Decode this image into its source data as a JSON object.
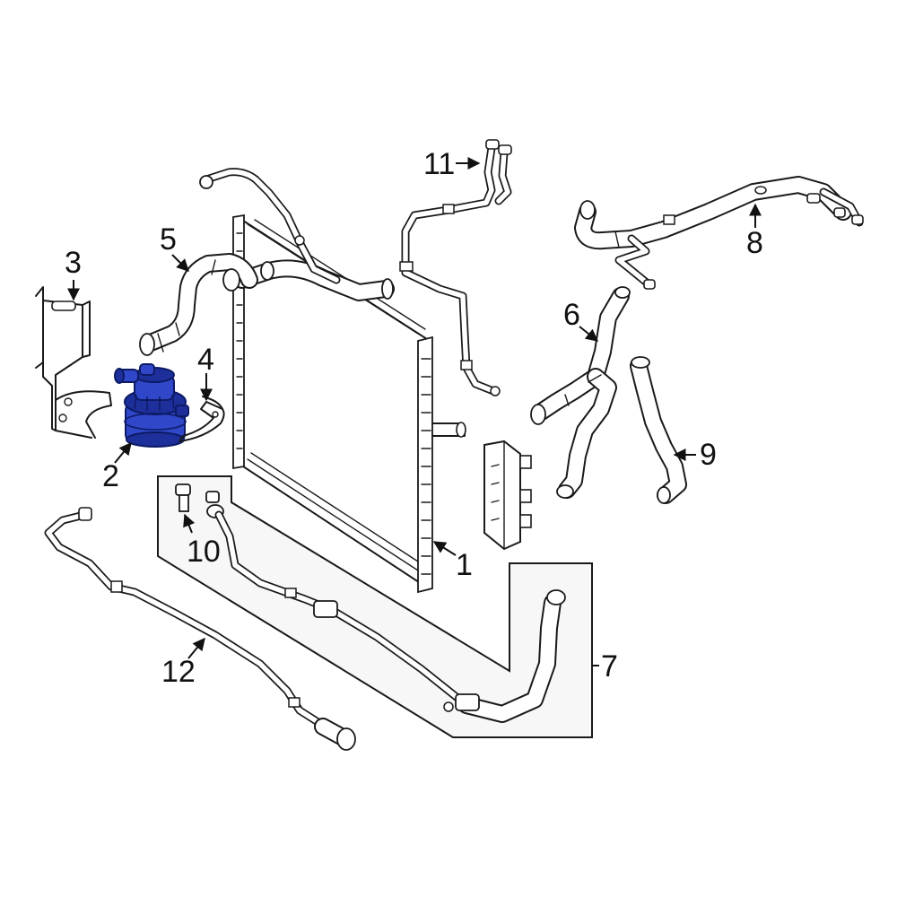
{
  "diagram": {
    "highlight_color": "#2f47c8",
    "line_color": "#1a1a1a",
    "callouts": [
      {
        "id": "1",
        "label": "1"
      },
      {
        "id": "2",
        "label": "2"
      },
      {
        "id": "3",
        "label": "3"
      },
      {
        "id": "4",
        "label": "4"
      },
      {
        "id": "5",
        "label": "5"
      },
      {
        "id": "6",
        "label": "6"
      },
      {
        "id": "7",
        "label": "7"
      },
      {
        "id": "8",
        "label": "8"
      },
      {
        "id": "9",
        "label": "9"
      },
      {
        "id": "10",
        "label": "10"
      },
      {
        "id": "11",
        "label": "11"
      },
      {
        "id": "12",
        "label": "12"
      }
    ]
  }
}
